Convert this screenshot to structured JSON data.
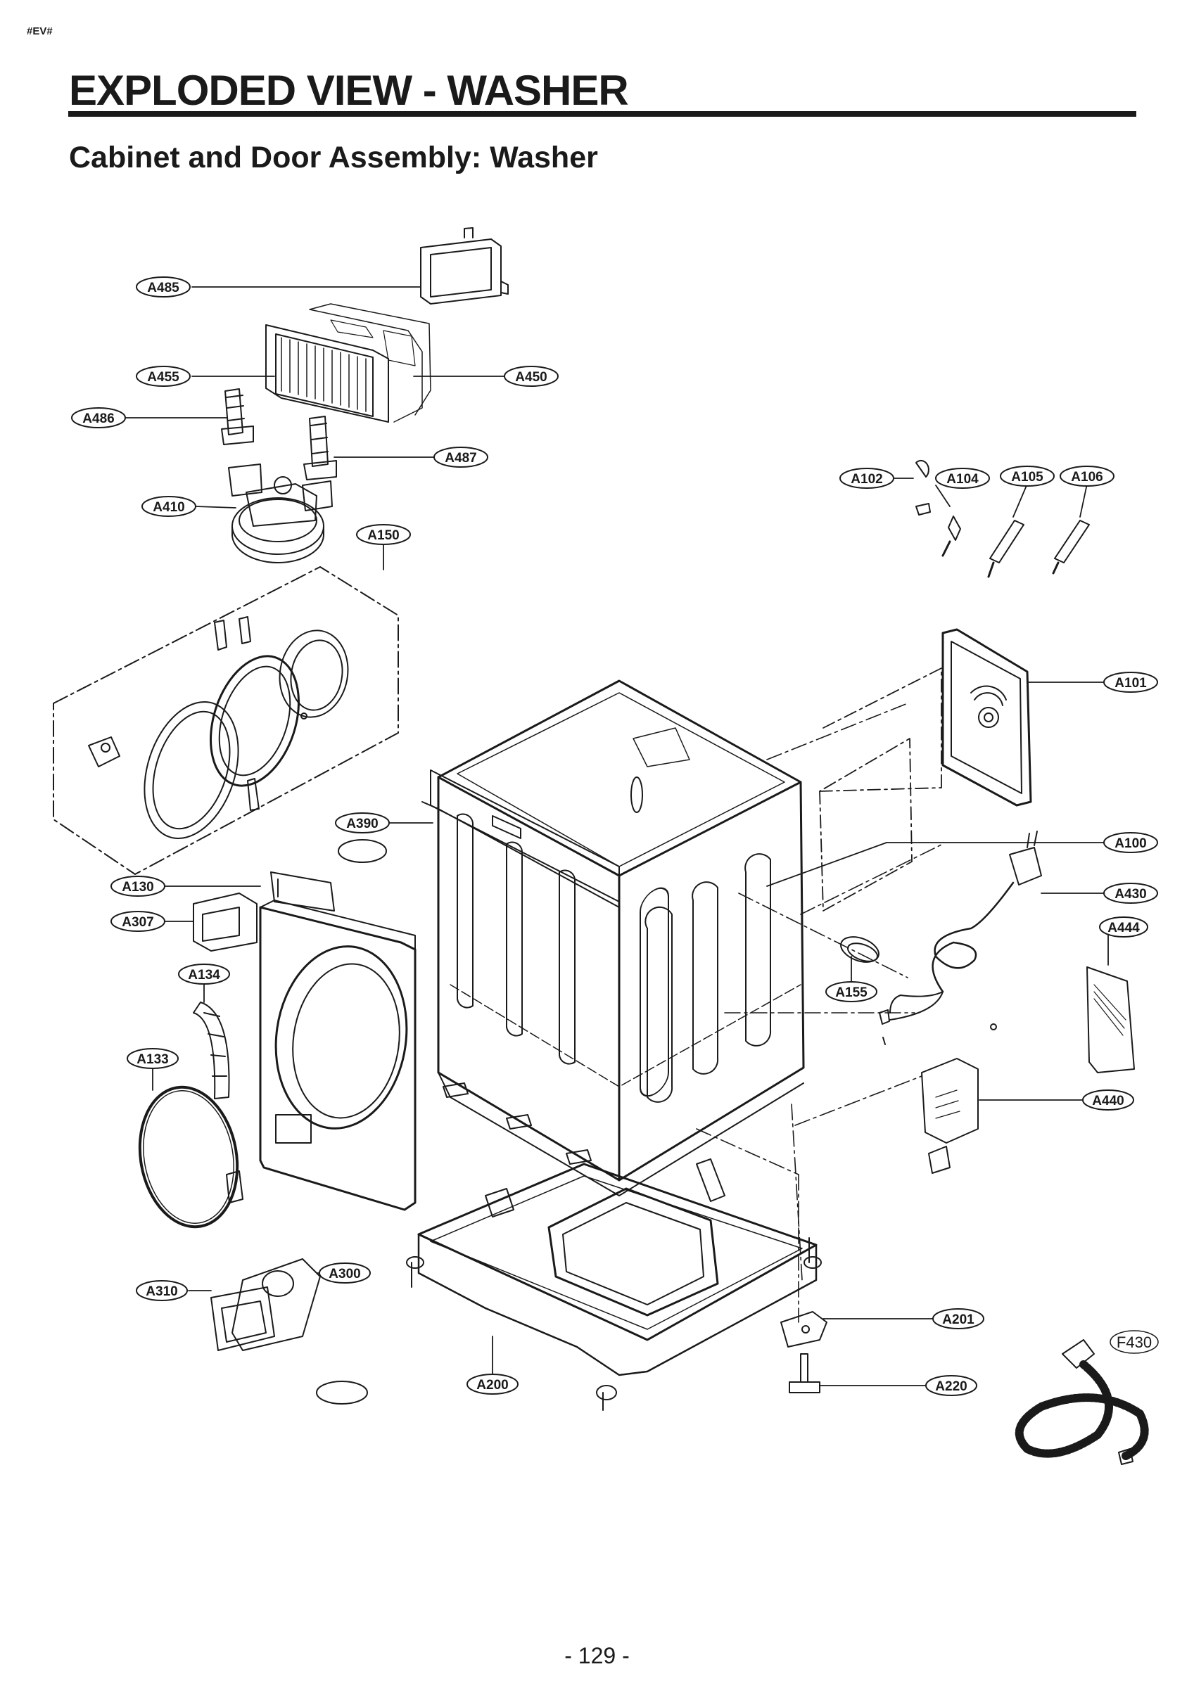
{
  "header": {
    "tag": "#EV#",
    "title": "EXPLODED VIEW - WASHER",
    "subtitle": "Cabinet and Door Assembly: Washer"
  },
  "footer": {
    "page_number": "- 129 -"
  },
  "callouts": {
    "A485": "A485",
    "A455": "A455",
    "A450": "A450",
    "A486": "A486",
    "A487": "A487",
    "A410": "A410",
    "A150": "A150",
    "A102": "A102",
    "A104": "A104",
    "A105": "A105",
    "A106": "A106",
    "A101": "A101",
    "A390": "A390",
    "A100": "A100",
    "A430": "A430",
    "A444": "A444",
    "A130": "A130",
    "A307": "A307",
    "A134": "A134",
    "A155": "A155",
    "A133": "A133",
    "A440": "A440",
    "A300": "A300",
    "A310": "A310",
    "A201": "A201",
    "A200": "A200",
    "A220": "A220",
    "F430": "F430"
  },
  "colors": {
    "ink": "#1a1a1a",
    "background": "#ffffff"
  }
}
